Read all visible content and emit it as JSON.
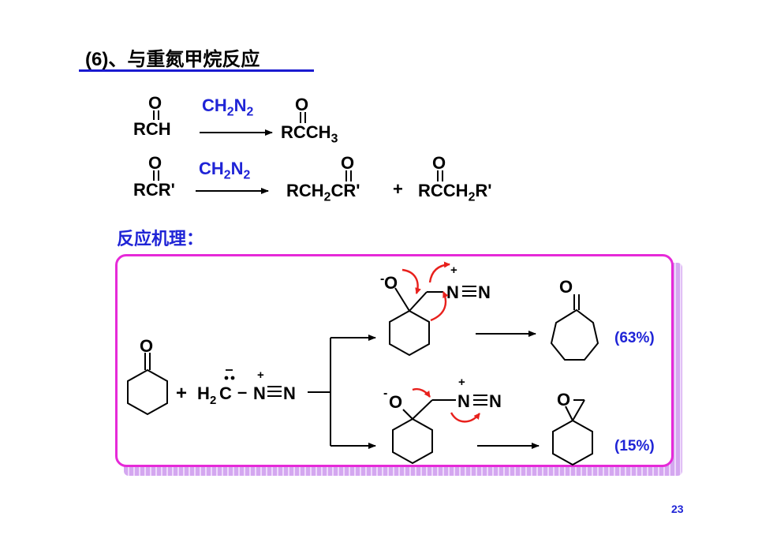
{
  "title": "(6)、与重氮甲烷反应",
  "reactions": {
    "r1": {
      "reactant_o": "O",
      "reactant": "RCH",
      "reagent_html": "CH<sub>2</sub>N<sub>2</sub>",
      "product_o": "O",
      "product_html": "RCCH<sub>3</sub>"
    },
    "r2": {
      "reactant_o": "O",
      "reactant": "RCR'",
      "reagent_html": "CH<sub>2</sub>N<sub>2</sub>",
      "product1_o": "O",
      "product1_html": "RCH<sub>2</sub>CR'",
      "plus": "+",
      "product2_o": "O",
      "product2_html": "RCCH<sub>2</sub>R'"
    }
  },
  "mechanism": {
    "heading": "反应机理：",
    "ketone_o": "O",
    "plus": "+",
    "diazo_lhs": "H",
    "diazo_sub": "2",
    "diazo_c": "C",
    "diazo_dash": "–",
    "diazo_n1": "N",
    "diazo_n2": "N",
    "minus_charge": "-",
    "plus_charge": "+",
    "top_oxy": "O",
    "bottom_oxy": "O",
    "n_label": "N",
    "product_top_o": "O",
    "product_bottom_o": "O",
    "yield_top": "(63%)",
    "yield_bottom": "(15%)"
  },
  "page_number": "23",
  "colors": {
    "accent_blue": "#1f24d6",
    "frame_magenta": "#e62ad8",
    "arrow_red": "#e8201c"
  }
}
